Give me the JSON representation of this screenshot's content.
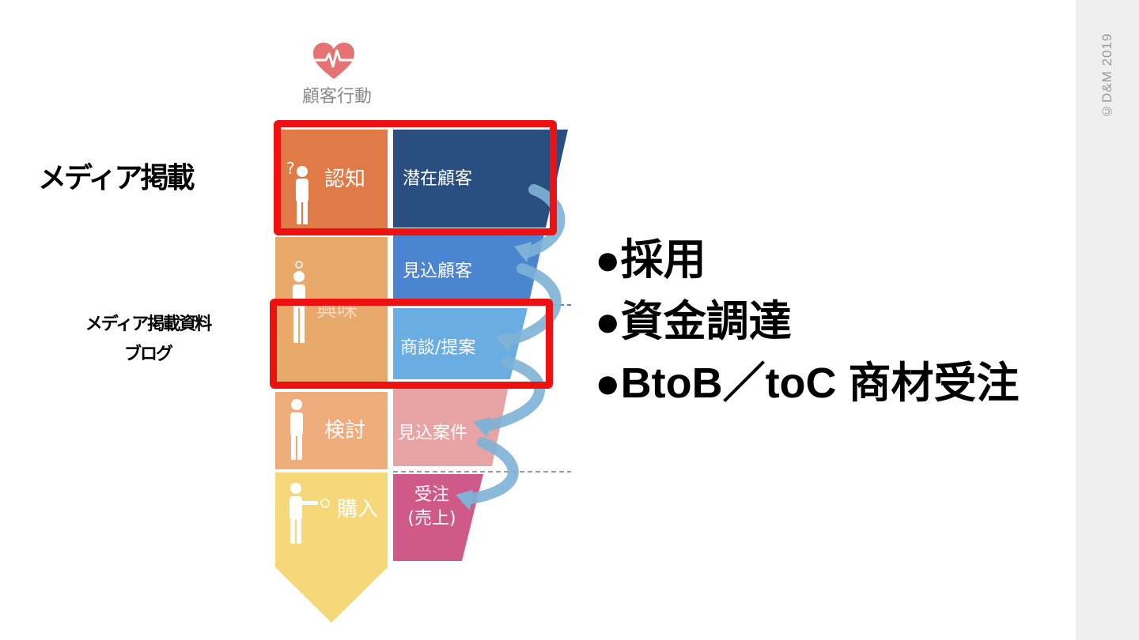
{
  "header": {
    "title": "顧客行動"
  },
  "icon": "heart-pulse-icon",
  "copyright": "©D&M 2019",
  "stages": [
    {
      "label": "認知",
      "status": "潜在顧客",
      "icon": "confused-person-icon"
    },
    {
      "label": "興味",
      "status": "見込顧客",
      "icon": "idea-person-icon"
    },
    {
      "label": "",
      "status": "商談/提案",
      "icon": ""
    },
    {
      "label": "検討",
      "status": "見込案件",
      "icon": "thinking-person-icon"
    },
    {
      "label": "購入",
      "status": "受注\n(売上)",
      "icon": "paying-person-icon"
    }
  ],
  "notes": {
    "media": "メディア掲載",
    "media_docs": "メディア掲載資料",
    "blog": "ブログ"
  },
  "bullets": [
    "●採用",
    "●資金調達",
    "●BtoB／toC 商材受注"
  ],
  "colors": {
    "highlight": "#ee1111",
    "stage1": "#e07a47",
    "stage2": "#e8a96a",
    "stage4": "#efad7e",
    "stage5": "#f5d87a",
    "status1": "#2b4e80",
    "status2": "#4b84cf",
    "status3": "#69ade2",
    "status4": "#e8a4a4",
    "status5": "#cf5a8a",
    "arrow": "#7fb2d6"
  }
}
